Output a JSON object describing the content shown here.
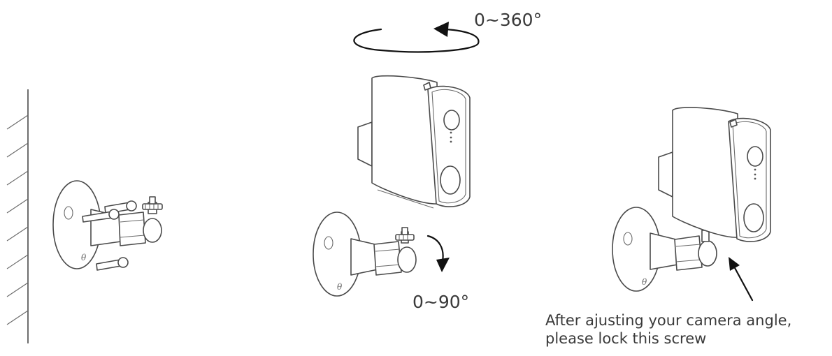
{
  "labels": {
    "rotation_horizontal": "0~360°",
    "rotation_vertical": "0~90°"
  },
  "caption": {
    "line1": "After ajusting your camera angle,",
    "line2": "please lock this screw"
  },
  "colors": {
    "line": "#4a4a4a",
    "arrow": "#111111",
    "text": "#3a3a3a"
  }
}
